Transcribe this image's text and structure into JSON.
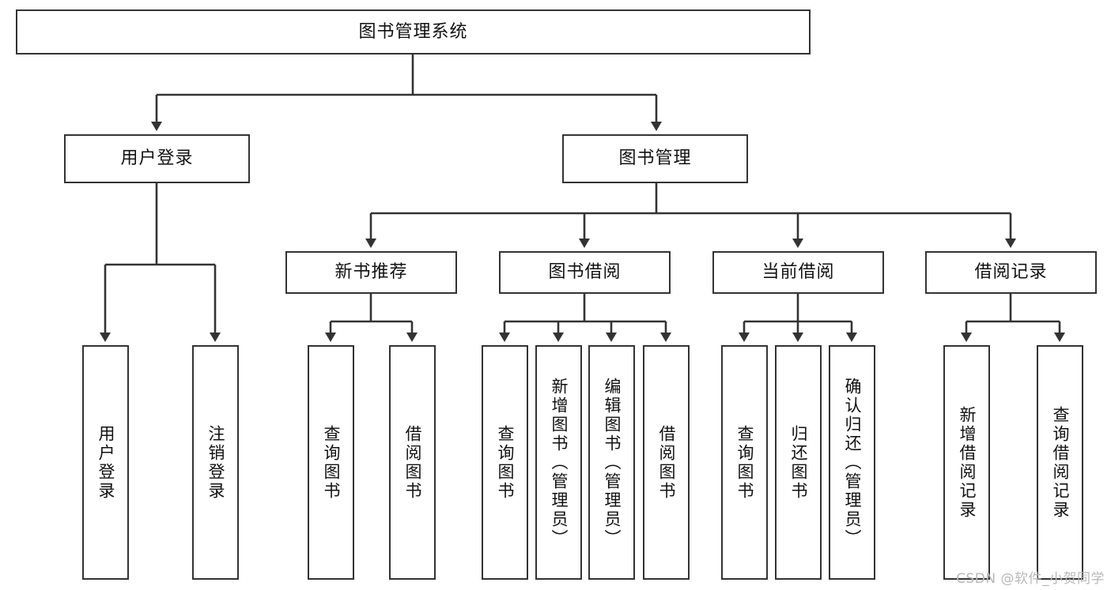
{
  "diagram": {
    "title": "图书管理系统",
    "watermark": "CSDN @软件_小贺同学",
    "colors": {
      "box_border": "#333333",
      "box_fill": "#ffffff",
      "connector": "#333333",
      "text": "#111111",
      "watermark": "#b8b8b8"
    },
    "root": {
      "label": "图书管理系统"
    },
    "level2": [
      {
        "label": "用户登录"
      },
      {
        "label": "图书管理"
      }
    ],
    "level3": [
      {
        "label": "新书推荐"
      },
      {
        "label": "图书借阅"
      },
      {
        "label": "当前借阅"
      },
      {
        "label": "借阅记录"
      }
    ],
    "leaves": {
      "user_login": [
        {
          "label": "用户登录"
        },
        {
          "label": "注销登录"
        }
      ],
      "new_book_recommend": [
        {
          "label": "查询图书"
        },
        {
          "label": "借阅图书"
        }
      ],
      "book_borrow": [
        {
          "label": "查询图书"
        },
        {
          "label": "新增图书（管理员）"
        },
        {
          "label": "编辑图书（管理员）"
        },
        {
          "label": "借阅图书"
        }
      ],
      "current_borrow": [
        {
          "label": "查询图书"
        },
        {
          "label": "归还图书"
        },
        {
          "label": "确认归还（管理员）"
        }
      ],
      "borrow_record": [
        {
          "label": "新增借阅记录"
        },
        {
          "label": "查询借阅记录"
        }
      ]
    }
  }
}
